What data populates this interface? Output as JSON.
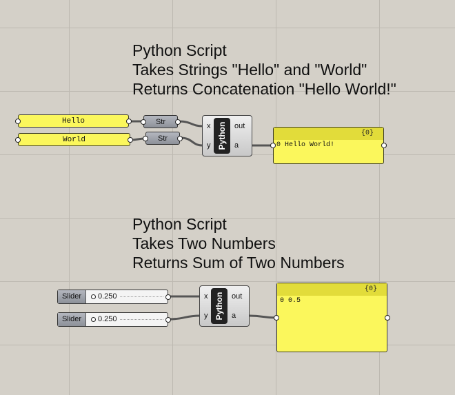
{
  "notes": {
    "top": [
      "Python Script",
      "Takes Strings \"Hello\" and \"World\"",
      "Returns Concatenation \"Hello World!\""
    ],
    "bottom": [
      "Python Script",
      "Takes Two Numbers",
      "Returns Sum of Two Numbers"
    ]
  },
  "strings": {
    "panel1": "Hello",
    "panel2": "World",
    "param_label": "Str"
  },
  "python": {
    "label": "Python",
    "input_x": "x",
    "input_y": "y",
    "output_out": "out",
    "output_a": "a"
  },
  "result_top": {
    "header": "{0}",
    "index": "0",
    "value": "Hello World!"
  },
  "sliders": {
    "label": "Slider",
    "value1": "0.250",
    "value2": "0.250"
  },
  "result_bottom": {
    "header": "{0}",
    "index": "0",
    "value": "0.5"
  },
  "colors": {
    "panel": "#fbf75c",
    "canvas": "#d4d0c8",
    "wire": "#555555"
  }
}
